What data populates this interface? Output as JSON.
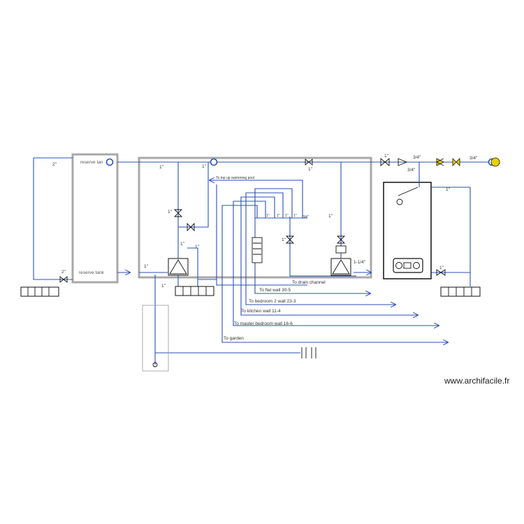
{
  "tanks": {
    "top_label": "reserve tan",
    "bottom_label": "reserve tank"
  },
  "sizes": {
    "two_inch": "2\"",
    "one_inch": "1\"",
    "three_quarter": "3/4\"",
    "one_quarter_inch": "1-1/4\""
  },
  "routes": [
    "To top up swimming pool",
    "To drain channel",
    "To flat wall 30-5",
    "To bedroom 2 wall 23-3",
    "To kitchen wall 11-4",
    "To master bedroom wall 16-6",
    "To garden"
  ],
  "watermark": "www.archifacile.fr",
  "colors": {
    "pipe": "#2b4fb8",
    "frame": "#a8a8a8",
    "meter": "#e8d000"
  }
}
